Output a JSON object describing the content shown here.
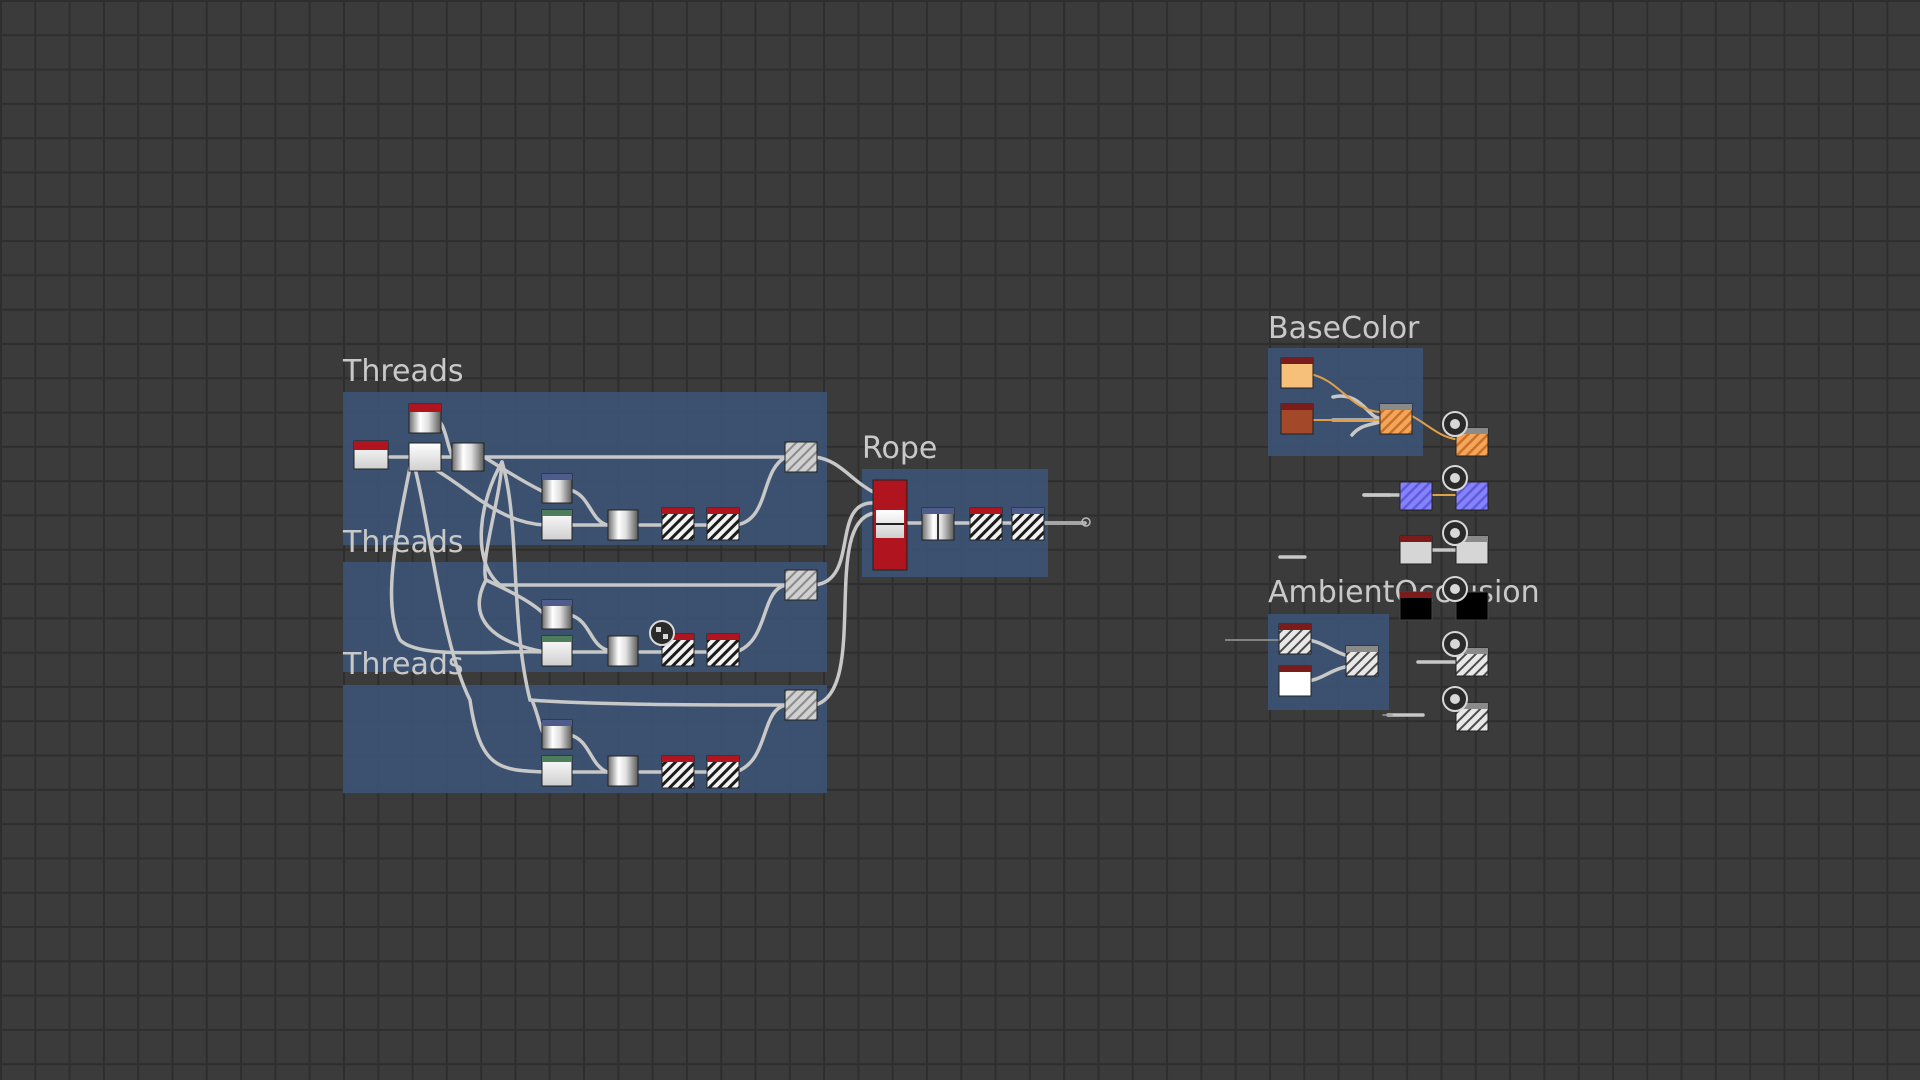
{
  "frames": [
    {
      "title": "Threads"
    },
    {
      "title": "Threads"
    },
    {
      "title": "Threads"
    },
    {
      "title": "Rope"
    },
    {
      "title": "BaseColor"
    },
    {
      "title": "AmbientOcclusion"
    }
  ],
  "colors": {
    "background": "#3b3b3b",
    "grid": "#2e2e2e",
    "frame": "#3b5373",
    "link": "#c8c8c8",
    "link_orange": "#e0a04a",
    "node_red": "#b0141e",
    "node_blue": "#4e5c8c",
    "node_green": "#4d7d5a",
    "base_color_light": "#f6c07a",
    "base_color_dark": "#a3492a",
    "normal_blue": "#7b78f0"
  }
}
